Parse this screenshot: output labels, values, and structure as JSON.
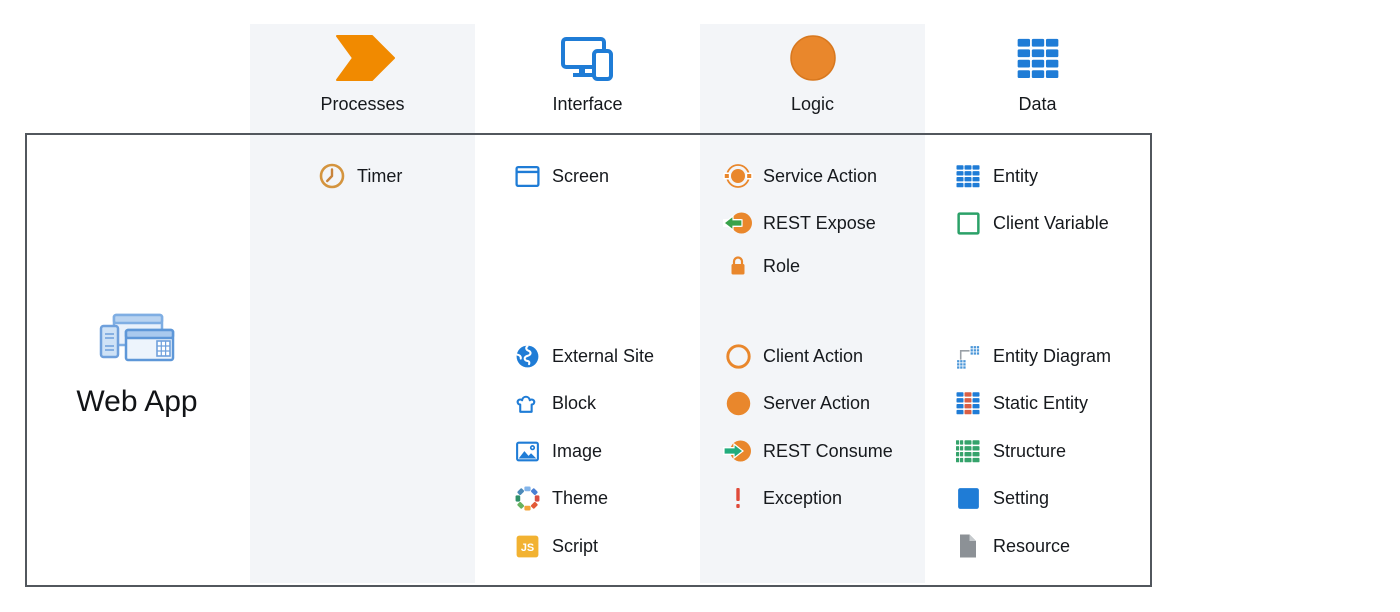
{
  "app": {
    "title": "Web App"
  },
  "colors": {
    "accent_orange": "#e9872c",
    "chevron_orange": "#f18a00",
    "accent_blue": "#1f7cd6",
    "green_expose": "#38a24a",
    "green_consume": "#22ac7d",
    "green_variable": "#2ba168",
    "green_structure": "#35a36b",
    "red_exception": "#e04a3a",
    "red_static": "#d95f45",
    "amber_script": "#f2b231",
    "gray_resource": "#8c9196",
    "stripe_bg": "#f3f5f8",
    "box_border": "#52575d"
  },
  "columns": [
    {
      "id": "processes",
      "label": "Processes",
      "icon": "chevron-icon"
    },
    {
      "id": "interface",
      "label": "Interface",
      "icon": "devices-icon"
    },
    {
      "id": "logic",
      "label": "Logic",
      "icon": "circle-icon"
    },
    {
      "id": "data",
      "label": "Data",
      "icon": "grid-icon"
    }
  ],
  "items": {
    "processes": [
      {
        "label": "Timer",
        "icon": "timer-icon"
      }
    ],
    "interface": [
      {
        "label": "Screen",
        "icon": "screen-icon"
      },
      {
        "label": "External Site",
        "icon": "globe-icon"
      },
      {
        "label": "Block",
        "icon": "puzzle-icon"
      },
      {
        "label": "Image",
        "icon": "image-icon"
      },
      {
        "label": "Theme",
        "icon": "theme-icon"
      },
      {
        "label": "Script",
        "icon": "script-icon",
        "badge": "JS"
      }
    ],
    "logic": [
      {
        "label": "Service Action",
        "icon": "service-action-icon"
      },
      {
        "label": "REST Expose",
        "icon": "rest-expose-icon"
      },
      {
        "label": "Role",
        "icon": "role-lock-icon"
      },
      {
        "label": "Client Action",
        "icon": "client-action-icon"
      },
      {
        "label": "Server Action",
        "icon": "server-action-icon"
      },
      {
        "label": "REST Consume",
        "icon": "rest-consume-icon"
      },
      {
        "label": "Exception",
        "icon": "exception-icon"
      }
    ],
    "data": [
      {
        "label": "Entity",
        "icon": "entity-grid-icon"
      },
      {
        "label": "Client Variable",
        "icon": "client-variable-icon"
      },
      {
        "label": "Entity Diagram",
        "icon": "entity-diagram-icon"
      },
      {
        "label": "Static Entity",
        "icon": "static-entity-icon"
      },
      {
        "label": "Structure",
        "icon": "structure-icon"
      },
      {
        "label": "Setting",
        "icon": "setting-icon"
      },
      {
        "label": "Resource",
        "icon": "resource-icon"
      }
    ]
  }
}
